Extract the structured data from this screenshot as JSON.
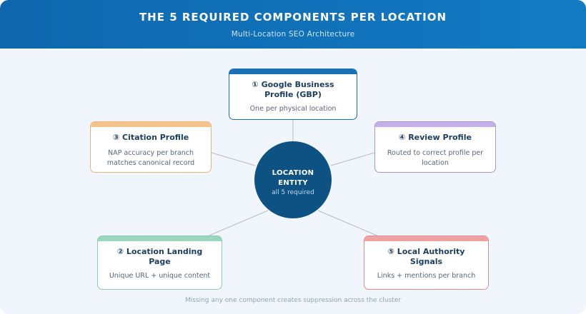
{
  "header": {
    "title": "THE 5 REQUIRED COMPONENTS PER LOCATION",
    "subtitle": "Multi-Location SEO Architecture"
  },
  "center": {
    "title_line1": "LOCATION",
    "title_line2": "ENTITY",
    "subtitle": "all 5 required"
  },
  "components": [
    {
      "title": "① Google Business Profile (GBP)",
      "description": "One per physical location",
      "color": "#1a70b5"
    },
    {
      "title": "③ Citation Profile",
      "description": "NAP accuracy per branch matches canonical record",
      "color": "#f5c48c"
    },
    {
      "title": "④ Review Profile",
      "description": "Routed to correct profile per location",
      "color": "#c4b0e8"
    },
    {
      "title": "② Location Landing Page",
      "description": "Unique URL + unique content",
      "color": "#99d6bb"
    },
    {
      "title": "⑤ Local Authority Signals",
      "description": "Links + mentions per branch",
      "color": "#eea2a2"
    }
  ],
  "footer": "Missing any one component creates suppression across the cluster",
  "colors": {
    "header": "#127bc4",
    "center": "#0e5283",
    "background": "#f1f6fc"
  }
}
